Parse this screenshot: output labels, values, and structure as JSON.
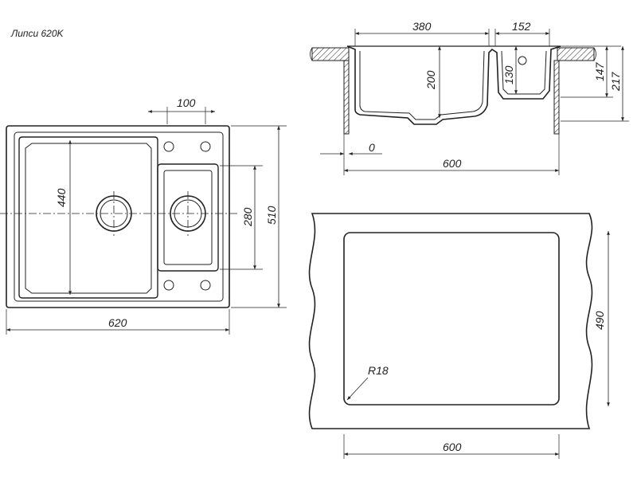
{
  "title": "Липси 620K",
  "colors": {
    "line": "#222222",
    "background": "#ffffff"
  },
  "dimensions": {
    "top_view": {
      "tray_width": "100",
      "bowl_length": "440",
      "small_bowl_length": "280",
      "overall_depth": "510",
      "overall_width": "620"
    },
    "section_view": {
      "main_bowl_width": "380",
      "small_bowl_width": "152",
      "main_bowl_depth": "200",
      "small_bowl_depth": "130",
      "depth_147": "147",
      "total_height": "217",
      "offset": "0",
      "cabinet_width": "600"
    },
    "cutout_view": {
      "corner_radius": "R18",
      "cutout_depth": "490",
      "cutout_width": "600"
    }
  }
}
